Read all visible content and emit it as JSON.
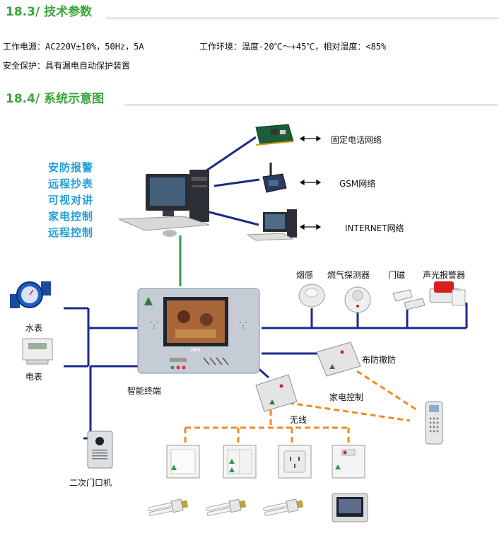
{
  "section_tech": {
    "title": "18.3/ 技术参数"
  },
  "specs": {
    "power": "工作电源：AC220V±10%，50Hz，5A",
    "environment": "工作环境：温度-20℃～+45℃，相对湿度：<85%",
    "safety": "安全保护：具有漏电自动保护装置"
  },
  "section_diagram": {
    "title": "18.4/ 系统示意图"
  },
  "features": [
    "安防报警",
    "远程抄表",
    "可视对讲",
    "家电控制",
    "远程控制"
  ],
  "networks": {
    "fixed_line": "固定电话网络",
    "gsm": "GSM网络",
    "internet": "INTERNET网络"
  },
  "devices": {
    "water_meter": "水表",
    "electric_meter": "电表",
    "smart_terminal": "智能终端",
    "door_unit": "二次门口机",
    "smoke": "烟感",
    "gas_detector": "燃气探测器",
    "door_magnet": "门磁",
    "siren": "声光报警器",
    "arm_disarm": "布防撤防",
    "appliance_control": "家电控制",
    "wireless": "无线",
    "terminal_brand": "HDT"
  },
  "colors": {
    "title_green": "#3aa63a",
    "feature_blue": "#1f9fd8",
    "bus_blue": "#1b2a8a",
    "link_green": "#2e9c4a",
    "wireless_orange": "#f08a24"
  }
}
